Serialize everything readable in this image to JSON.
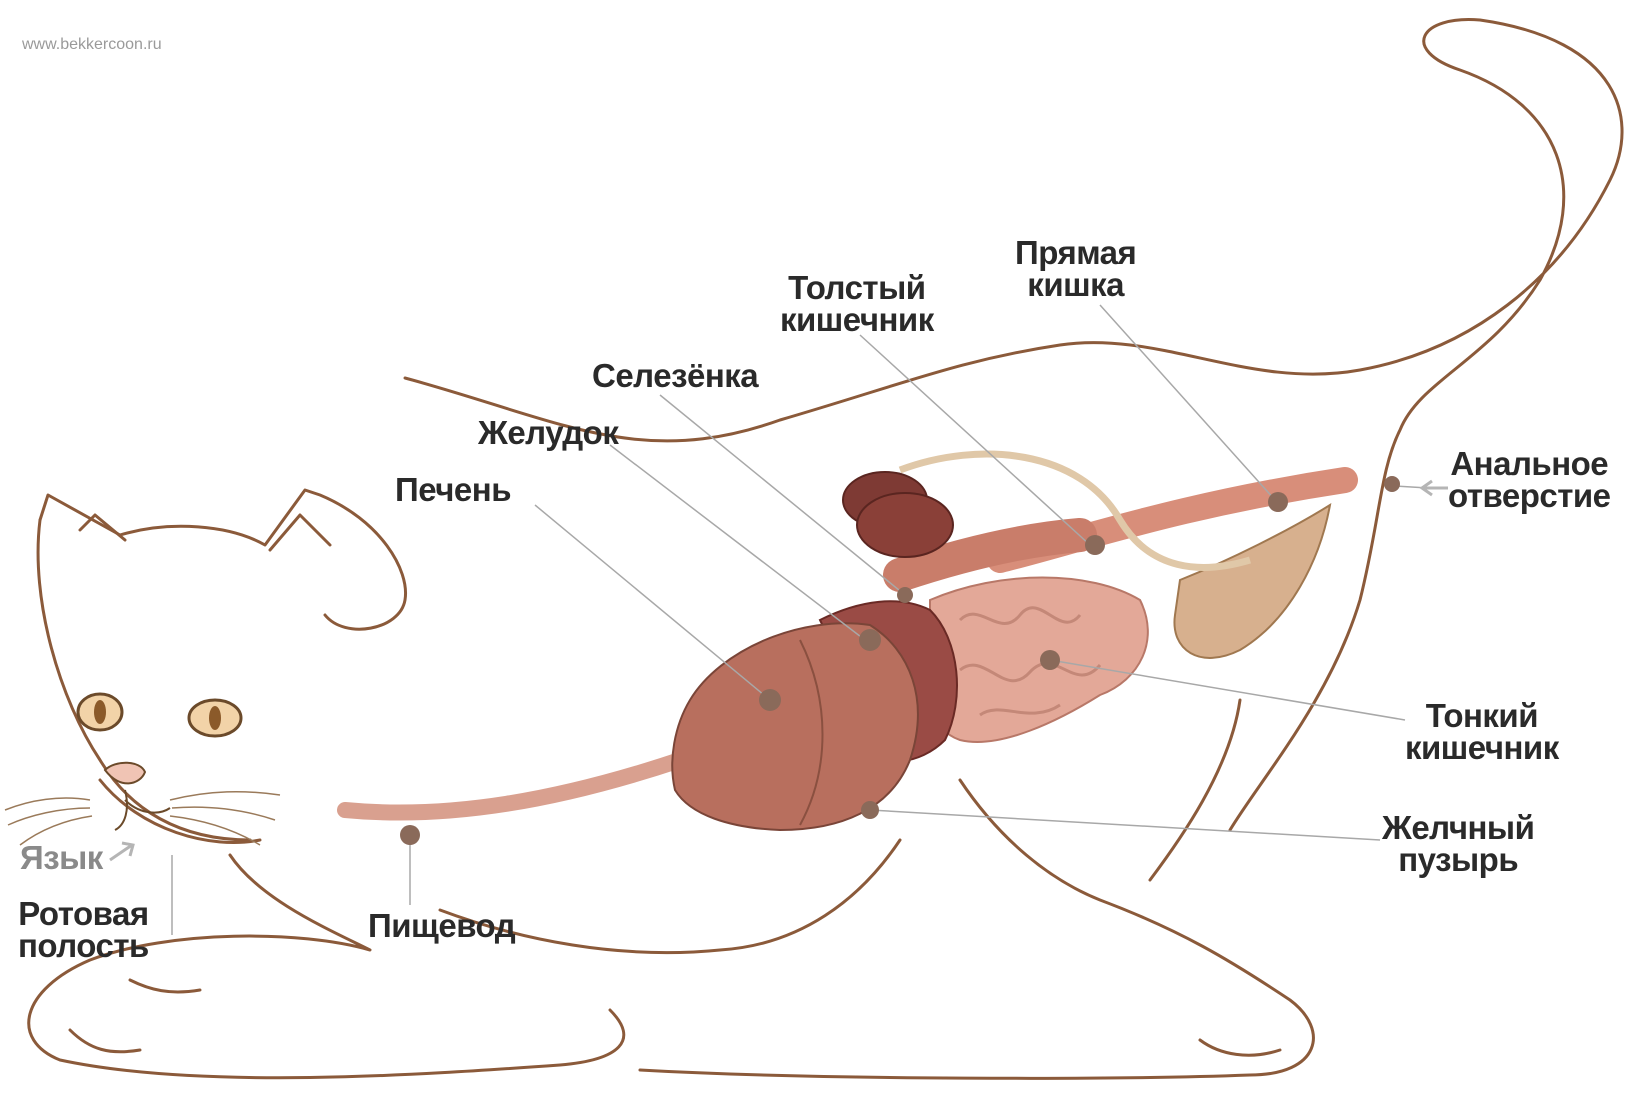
{
  "watermark": "www.bekkercoon.ru",
  "labels": {
    "tongue": "Язык",
    "oral_cavity": [
      "Ротовая",
      "полость"
    ],
    "esophagus": "Пищевод",
    "liver": "Печень",
    "stomach": "Желудок",
    "spleen": "Селезёнка",
    "large_intestine": [
      "Толстый",
      "кишечник"
    ],
    "rectum": [
      "Прямая",
      "кишка"
    ],
    "anus": [
      "Анальное",
      "отверстие"
    ],
    "small_intestine": [
      "Тонкий",
      "кишечник"
    ],
    "gallbladder": [
      "Желчный",
      "пузырь"
    ]
  },
  "colors": {
    "outline": "#8b5a3a",
    "leader": "#a8a8a8",
    "organ_liver": "#b86f5e",
    "organ_stomach": "#9a4b45",
    "organ_intestine": "#e3a898",
    "organ_spleen": "#8a3b36",
    "organ_rectum": "#d88e7a",
    "organ_bladder": "#d7b08e",
    "dot": "#8a6a5a"
  }
}
